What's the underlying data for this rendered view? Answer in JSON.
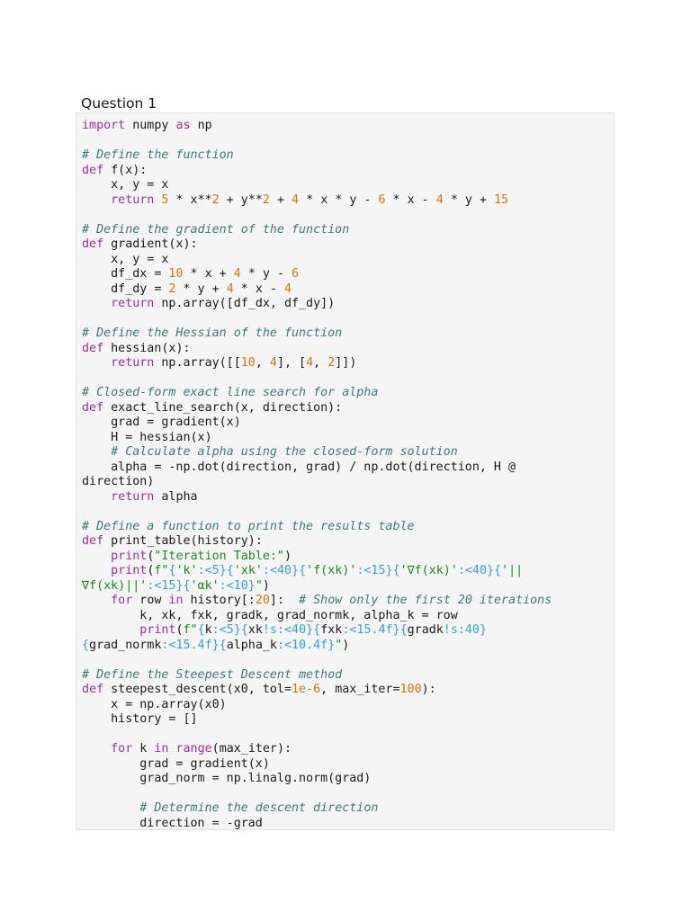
{
  "question": {
    "title": "Question 1"
  },
  "code": {
    "language": "python",
    "lines": [
      [
        [
          "kw",
          "import"
        ],
        [
          "tx",
          " numpy "
        ],
        [
          "kw",
          "as"
        ],
        [
          "tx",
          " np"
        ]
      ],
      [],
      [
        [
          "cm",
          "# Define the function"
        ]
      ],
      [
        [
          "kw",
          "def"
        ],
        [
          "tx",
          " f(x):"
        ]
      ],
      [
        [
          "tx",
          "    x, y = x"
        ]
      ],
      [
        [
          "tx",
          "    "
        ],
        [
          "kw",
          "return"
        ],
        [
          "tx",
          " "
        ],
        [
          "num",
          "5"
        ],
        [
          "tx",
          " * x**"
        ],
        [
          "num",
          "2"
        ],
        [
          "tx",
          " + y**"
        ],
        [
          "num",
          "2"
        ],
        [
          "tx",
          " + "
        ],
        [
          "num",
          "4"
        ],
        [
          "tx",
          " * x * y - "
        ],
        [
          "num",
          "6"
        ],
        [
          "tx",
          " * x - "
        ],
        [
          "num",
          "4"
        ],
        [
          "tx",
          " * y + "
        ],
        [
          "num",
          "15"
        ]
      ],
      [],
      [
        [
          "cm",
          "# Define the gradient of the function"
        ]
      ],
      [
        [
          "kw",
          "def"
        ],
        [
          "tx",
          " gradient(x):"
        ]
      ],
      [
        [
          "tx",
          "    x, y = x"
        ]
      ],
      [
        [
          "tx",
          "    df_dx = "
        ],
        [
          "num",
          "10"
        ],
        [
          "tx",
          " * x + "
        ],
        [
          "num",
          "4"
        ],
        [
          "tx",
          " * y - "
        ],
        [
          "num",
          "6"
        ]
      ],
      [
        [
          "tx",
          "    df_dy = "
        ],
        [
          "num",
          "2"
        ],
        [
          "tx",
          " * y + "
        ],
        [
          "num",
          "4"
        ],
        [
          "tx",
          " * x - "
        ],
        [
          "num",
          "4"
        ]
      ],
      [
        [
          "tx",
          "    "
        ],
        [
          "kw",
          "return"
        ],
        [
          "tx",
          " np.array([df_dx, df_dy])"
        ]
      ],
      [],
      [
        [
          "cm",
          "# Define the Hessian of the function"
        ]
      ],
      [
        [
          "kw",
          "def"
        ],
        [
          "tx",
          " hessian(x):"
        ]
      ],
      [
        [
          "tx",
          "    "
        ],
        [
          "kw",
          "return"
        ],
        [
          "tx",
          " np.array([["
        ],
        [
          "num",
          "10"
        ],
        [
          "tx",
          ", "
        ],
        [
          "num",
          "4"
        ],
        [
          "tx",
          "], ["
        ],
        [
          "num",
          "4"
        ],
        [
          "tx",
          ", "
        ],
        [
          "num",
          "2"
        ],
        [
          "tx",
          "]])"
        ]
      ],
      [],
      [
        [
          "cm",
          "# Closed-form exact line search for alpha"
        ]
      ],
      [
        [
          "kw",
          "def"
        ],
        [
          "tx",
          " exact_line_search(x, direction):"
        ]
      ],
      [
        [
          "tx",
          "    grad = gradient(x)"
        ]
      ],
      [
        [
          "tx",
          "    H = hessian(x)"
        ]
      ],
      [
        [
          "tx",
          "    "
        ],
        [
          "cm",
          "# Calculate alpha using the closed-form solution"
        ]
      ],
      [
        [
          "tx",
          "    alpha = -np.dot(direction, grad) / np.dot(direction, H @"
        ]
      ],
      [
        [
          "tx",
          "direction)"
        ]
      ],
      [
        [
          "tx",
          "    "
        ],
        [
          "kw",
          "return"
        ],
        [
          "tx",
          " alpha"
        ]
      ],
      [],
      [
        [
          "cm",
          "# Define a function to print the results table"
        ]
      ],
      [
        [
          "kw",
          "def"
        ],
        [
          "tx",
          " print_table(history):"
        ]
      ],
      [
        [
          "tx",
          "    "
        ],
        [
          "kw",
          "print"
        ],
        [
          "tx",
          "("
        ],
        [
          "str",
          "\"Iteration Table:\""
        ],
        [
          "tx",
          ")"
        ]
      ],
      [
        [
          "tx",
          "    "
        ],
        [
          "kw",
          "print"
        ],
        [
          "tx",
          "("
        ],
        [
          "str",
          "f\""
        ],
        [
          "fmt",
          "{"
        ],
        [
          "str",
          "'k'"
        ],
        [
          "fmt",
          ":<5}{"
        ],
        [
          "str",
          "'xk'"
        ],
        [
          "fmt",
          ":<40}{"
        ],
        [
          "str",
          "'f(xk)'"
        ],
        [
          "fmt",
          ":<15}{"
        ],
        [
          "str",
          "'∇f(xk)'"
        ],
        [
          "fmt",
          ":<40}{"
        ],
        [
          "str",
          "'||"
        ]
      ],
      [
        [
          "str",
          "∇f(xk)||'"
        ],
        [
          "fmt",
          ":<15}{"
        ],
        [
          "str",
          "'αk'"
        ],
        [
          "fmt",
          ":<10}"
        ],
        [
          "str",
          "\""
        ],
        [
          "tx",
          ")"
        ]
      ],
      [
        [
          "tx",
          "    "
        ],
        [
          "kw",
          "for"
        ],
        [
          "tx",
          " row "
        ],
        [
          "kw",
          "in"
        ],
        [
          "tx",
          " history[:"
        ],
        [
          "num",
          "20"
        ],
        [
          "tx",
          "]:  "
        ],
        [
          "cm",
          "# Show only the first 20 iterations"
        ]
      ],
      [
        [
          "tx",
          "        k, xk, fxk, gradk, grad_normk, alpha_k = row"
        ]
      ],
      [
        [
          "tx",
          "        "
        ],
        [
          "kw",
          "print"
        ],
        [
          "tx",
          "("
        ],
        [
          "str",
          "f\""
        ],
        [
          "fmt",
          "{"
        ],
        [
          "tx",
          "k"
        ],
        [
          "fmt",
          ":<5}{"
        ],
        [
          "tx",
          "xk"
        ],
        [
          "fmt",
          "!s:<40}{"
        ],
        [
          "tx",
          "fxk"
        ],
        [
          "fmt",
          ":<15.4f}{"
        ],
        [
          "tx",
          "gradk"
        ],
        [
          "fmt",
          "!s:40}"
        ]
      ],
      [
        [
          "fmt",
          "{"
        ],
        [
          "tx",
          "grad_normk"
        ],
        [
          "fmt",
          ":<15.4f}{"
        ],
        [
          "tx",
          "alpha_k"
        ],
        [
          "fmt",
          ":<10.4f}"
        ],
        [
          "str",
          "\""
        ],
        [
          "tx",
          ")"
        ]
      ],
      [],
      [
        [
          "cm",
          "# Define the Steepest Descent method"
        ]
      ],
      [
        [
          "kw",
          "def"
        ],
        [
          "tx",
          " steepest_descent(x0, tol="
        ],
        [
          "num",
          "1e-6"
        ],
        [
          "tx",
          ", max_iter="
        ],
        [
          "num",
          "100"
        ],
        [
          "tx",
          "):"
        ]
      ],
      [
        [
          "tx",
          "    x = np.array(x0)"
        ]
      ],
      [
        [
          "tx",
          "    history = []"
        ]
      ],
      [],
      [
        [
          "tx",
          "    "
        ],
        [
          "kw",
          "for"
        ],
        [
          "tx",
          " k "
        ],
        [
          "kw",
          "in"
        ],
        [
          "tx",
          " "
        ],
        [
          "kw",
          "range"
        ],
        [
          "tx",
          "(max_iter):"
        ]
      ],
      [
        [
          "tx",
          "        grad = gradient(x)"
        ]
      ],
      [
        [
          "tx",
          "        grad_norm = np.linalg.norm(grad)"
        ]
      ],
      [],
      [
        [
          "tx",
          "        "
        ],
        [
          "cm",
          "# Determine the descent direction"
        ]
      ],
      [
        [
          "tx",
          "        direction = -grad"
        ]
      ]
    ]
  }
}
